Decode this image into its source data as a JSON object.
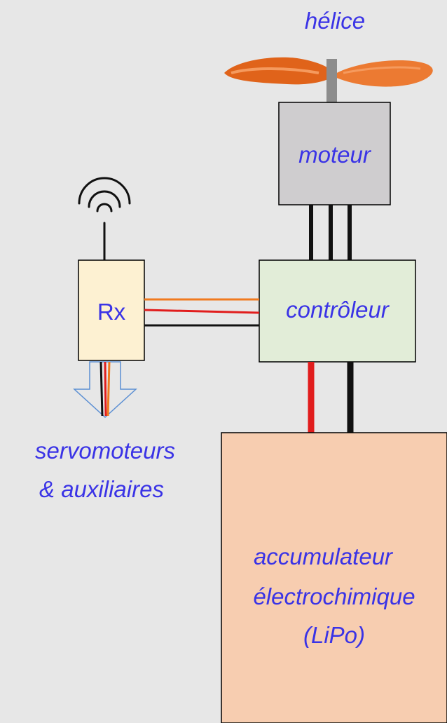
{
  "components": {
    "propeller": {
      "label": "hélice",
      "icon": "propeller-icon",
      "color": "#e0631a"
    },
    "motor": {
      "label": "moteur",
      "fill": "#cfcdcf"
    },
    "controller": {
      "label": "contrôleur",
      "fill": "#e2edd8"
    },
    "receiver": {
      "label": "Rx",
      "fill": "#fdf1d2",
      "icon": "antenna-wifi-icon"
    },
    "outputs": {
      "line1": "servomoteurs",
      "line2": "& auxiliaires",
      "icon": "arrow-down-icon"
    },
    "battery": {
      "line1": "accumulateur",
      "line2": "électrochimique",
      "line3": "(LiPo)",
      "fill": "#f7cdb0"
    }
  },
  "colors": {
    "text": "#3a33e6",
    "background": "#e7e7e7",
    "wire_orange": "#f07a1f",
    "wire_red": "#e11d1d",
    "wire_black": "#111111"
  }
}
